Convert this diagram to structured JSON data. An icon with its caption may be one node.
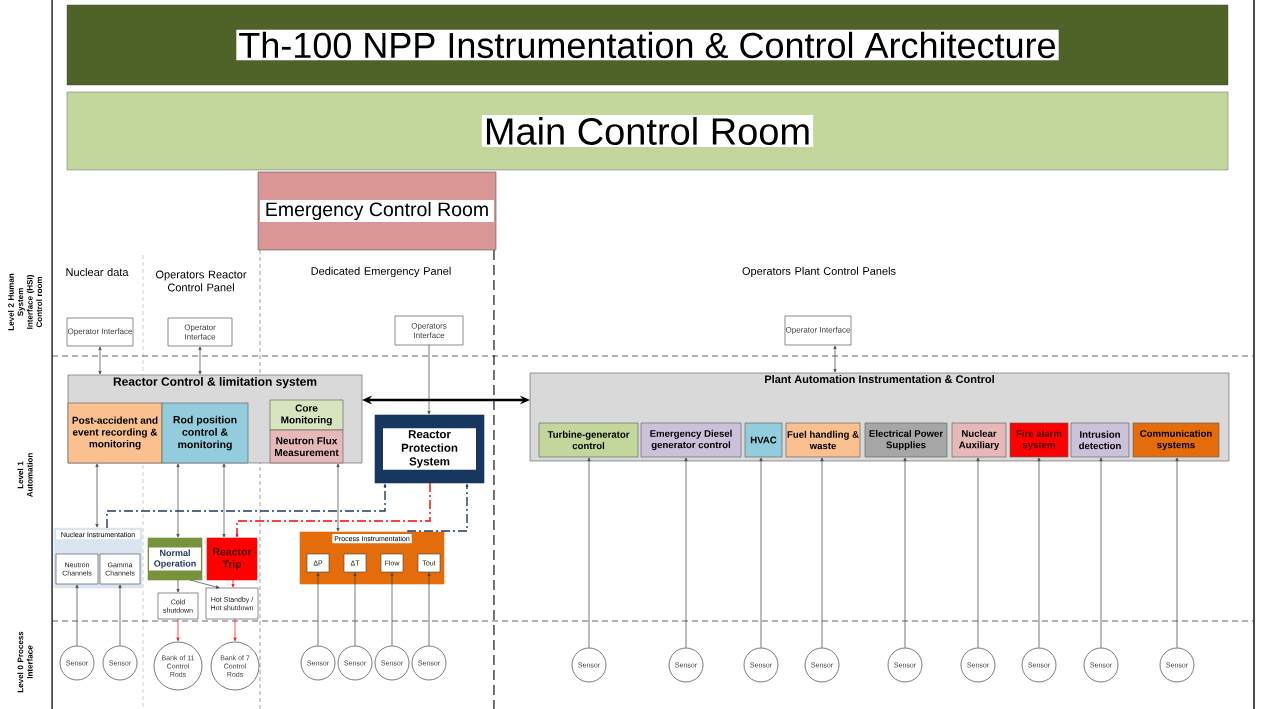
{
  "diagram": {
    "title": "Th-100 NPP Instrumentation & Control Architecture",
    "nodes": [
      {
        "text": [
          "Main Control Room"
        ]
      },
      {
        "text": [
          "Emergency Control Room"
        ]
      },
      {
        "text": [
          "Operator Interface"
        ]
      },
      {
        "text": [
          "Operator Interface"
        ]
      },
      {
        "text": [
          "Operators Interface"
        ]
      },
      {
        "text": [
          "Operator Interface"
        ]
      },
      {
        "text": [
          "Reactor Control & limitation system"
        ]
      },
      {
        "text": [
          "Post-accident and event recording & monitoring"
        ],
        "in": 6
      },
      {
        "text": [
          "Rod position control & monitoring"
        ],
        "in": 6
      },
      {
        "text": [
          "Core Monitoring"
        ],
        "in": 6
      },
      {
        "text": [
          "Neutron Flux Measurement"
        ],
        "in": 6
      },
      {
        "text": [
          "Reactor Protection System"
        ]
      },
      {
        "text": [
          "Plant Automation Instrumentation & Control"
        ]
      },
      {
        "text": [
          "Turbine-generator control"
        ],
        "in": 12
      },
      {
        "text": [
          "Emergency Diesel generator control"
        ],
        "in": 12
      },
      {
        "text": [
          "HVAC"
        ],
        "in": 12
      },
      {
        "text": [
          "Fuel handling & waste"
        ],
        "in": 12
      },
      {
        "text": [
          "Electrical Power Supplies"
        ],
        "in": 12
      },
      {
        "text": [
          "Nuclear Auxiliary"
        ],
        "in": 12
      },
      {
        "text": [
          "Fire alarm system"
        ],
        "in": 12
      },
      {
        "text": [
          "Intrusion detection"
        ],
        "in": 12
      },
      {
        "text": [
          "Communication systems"
        ],
        "in": 12
      },
      {
        "text": [
          "Nuclear Instrumentation"
        ]
      },
      {
        "text": [
          "Neutron Channels"
        ],
        "in": 22
      },
      {
        "text": [
          "Gamma Channels"
        ],
        "in": 22
      },
      {
        "text": [
          "Normal Operation"
        ]
      },
      {
        "text": [
          "Reactor Trip"
        ]
      },
      {
        "text": [
          "Cold shutdown"
        ]
      },
      {
        "text": [
          "Hot Standby / Hot shutdown"
        ]
      },
      {
        "text": [
          "Process Instrumentation"
        ]
      },
      {
        "text": [
          "ΔP"
        ],
        "in": 29
      },
      {
        "text": [
          "ΔT"
        ],
        "in": 29
      },
      {
        "text": [
          "Flow"
        ],
        "in": 29
      },
      {
        "text": [
          "Tout"
        ],
        "in": 29
      },
      {
        "text": [
          "Sensor"
        ]
      },
      {
        "text": [
          "Sensor"
        ]
      },
      {
        "text": [
          "Bank of 11 Control Rods"
        ]
      },
      {
        "text": [
          "Bank of 7 Control Rods"
        ]
      },
      {
        "text": [
          "Sensor"
        ]
      },
      {
        "text": [
          "Sensor"
        ]
      },
      {
        "text": [
          "Sensor"
        ]
      },
      {
        "text": [
          "Sensor"
        ]
      },
      {
        "text": [
          "Sensor"
        ]
      },
      {
        "text": [
          "Sensor"
        ]
      },
      {
        "text": [
          "Sensor"
        ]
      },
      {
        "text": [
          "Sensor"
        ]
      },
      {
        "text": [
          "Sensor"
        ]
      },
      {
        "text": [
          "Sensor"
        ]
      },
      {
        "text": [
          "Sensor"
        ]
      },
      {
        "text": [
          "Sensor"
        ]
      },
      {
        "text": [
          "Sensor"
        ]
      }
    ],
    "edges": [
      {
        "from": 2,
        "to": 6,
        "arrow": "both"
      },
      {
        "from": 3,
        "to": 6,
        "arrow": "both"
      },
      {
        "from": 4,
        "to": 11,
        "arrow": "to"
      },
      {
        "from": 5,
        "to": 12,
        "arrow": "both"
      },
      {
        "from": 6,
        "to": 12,
        "arrow": "both",
        "style": "thick",
        "color": "#000000"
      },
      {
        "from": 7,
        "to": 22,
        "arrow": "both"
      },
      {
        "from": 8,
        "to": 25,
        "arrow": "both"
      },
      {
        "from": 8,
        "to": 26,
        "arrow": "both"
      },
      {
        "from": 10,
        "to": 29,
        "arrow": "both"
      },
      {
        "from": 22,
        "to": 11,
        "arrow": "to",
        "style": "dashed",
        "color": "#1f3864"
      },
      {
        "from": 29,
        "to": 11,
        "arrow": "to",
        "style": "dashed",
        "color": "#1f3864"
      },
      {
        "from": 11,
        "to": 26,
        "arrow": "to",
        "style": "dashed",
        "color": "#ff0000"
      },
      {
        "from": 25,
        "to": 27,
        "arrow": "to"
      },
      {
        "from": 25,
        "to": 28,
        "arrow": "to"
      },
      {
        "from": 26,
        "to": 28,
        "arrow": "to",
        "color": "#ff0000"
      },
      {
        "from": 27,
        "to": 36,
        "arrow": "to",
        "color": "#ff0000"
      },
      {
        "from": 28,
        "to": 37,
        "arrow": "to",
        "color": "#ff0000"
      },
      {
        "from": 34,
        "to": 23,
        "arrow": "to"
      },
      {
        "from": 35,
        "to": 24,
        "arrow": "to"
      },
      {
        "from": 38,
        "to": 30,
        "arrow": "to"
      },
      {
        "from": 39,
        "to": 31,
        "arrow": "to"
      },
      {
        "from": 40,
        "to": 32,
        "arrow": "to"
      },
      {
        "from": 41,
        "to": 33,
        "arrow": "to"
      },
      {
        "from": 42,
        "to": 13,
        "arrow": "to"
      },
      {
        "from": 43,
        "to": 14,
        "arrow": "to"
      },
      {
        "from": 44,
        "to": 15,
        "arrow": "to"
      },
      {
        "from": 45,
        "to": 16,
        "arrow": "to"
      },
      {
        "from": 46,
        "to": 17,
        "arrow": "to"
      },
      {
        "from": 47,
        "to": 18,
        "arrow": "to"
      },
      {
        "from": 48,
        "to": 19,
        "arrow": "to"
      },
      {
        "from": 49,
        "to": 20,
        "arrow": "to"
      },
      {
        "from": 50,
        "to": 21,
        "arrow": "to"
      }
    ],
    "labels": [
      "Nuclear data",
      "Operators Reactor Control Panel",
      "Dedicated Emergency Panel",
      "Operators Plant Control Panels",
      "Level 2 Human System Interface (HSI) Control room",
      "Level 1 Automation",
      "Level 0 Process Interface"
    ]
  }
}
